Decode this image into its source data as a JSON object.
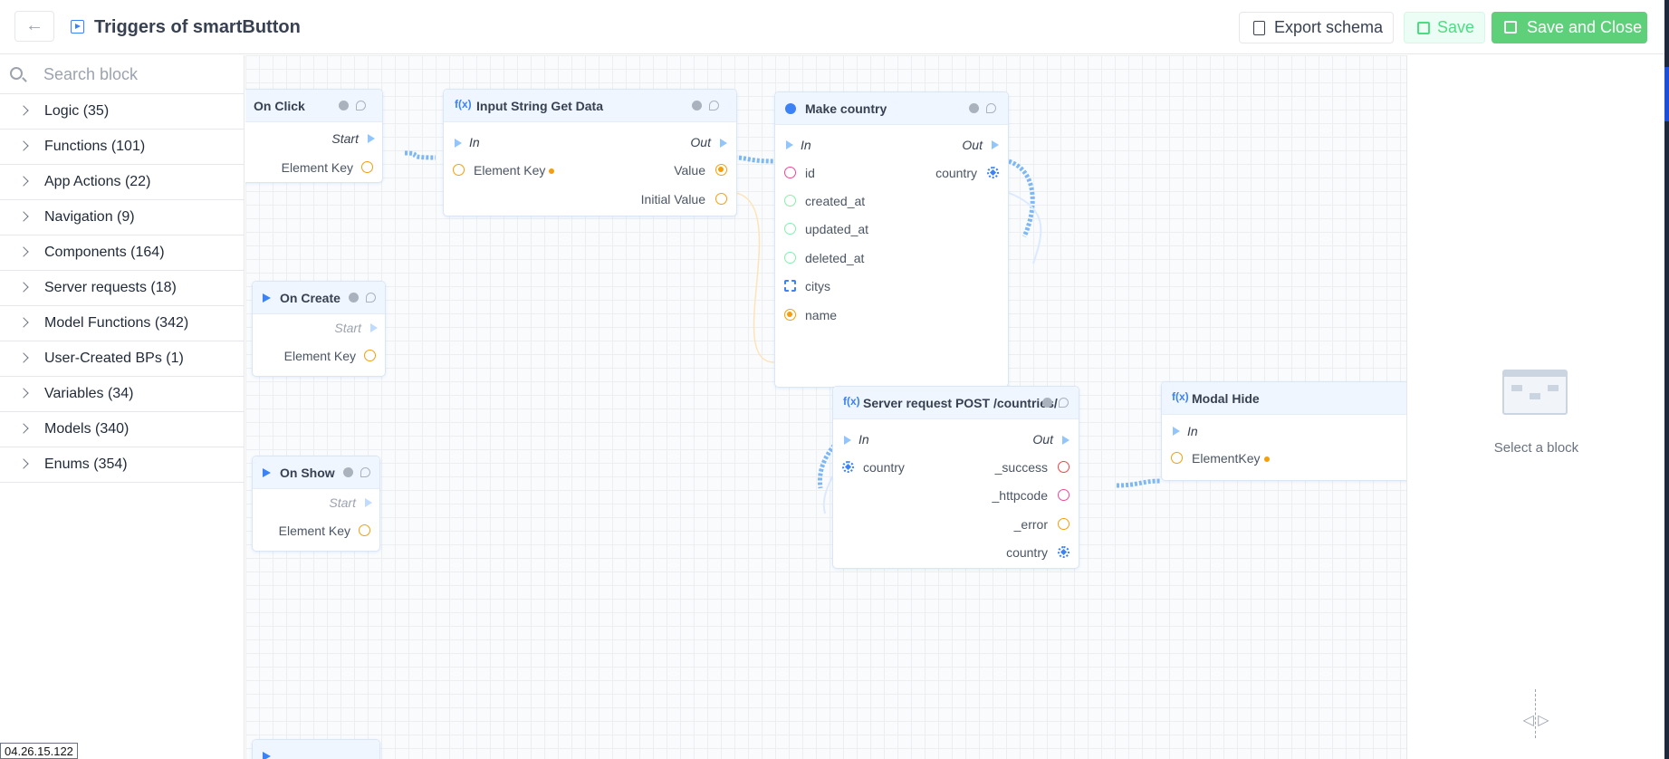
{
  "header": {
    "title": "Triggers of smartButton",
    "export_label": "Export schema",
    "save_label": "Save",
    "save_close_label": "Save and Close"
  },
  "sidebar": {
    "search_placeholder": "Search block",
    "categories": [
      {
        "label": "Logic (35)"
      },
      {
        "label": "Functions (101)"
      },
      {
        "label": "App Actions (22)"
      },
      {
        "label": "Navigation (9)"
      },
      {
        "label": "Components (164)"
      },
      {
        "label": "Server requests (18)"
      },
      {
        "label": "Model Functions (342)"
      },
      {
        "label": "User-Created BPs (1)"
      },
      {
        "label": "Variables (34)"
      },
      {
        "label": "Models (340)"
      },
      {
        "label": "Enums (354)"
      }
    ]
  },
  "nodes": {
    "on_click": {
      "title": "On Click",
      "start": "Start",
      "element_key": "Element Key"
    },
    "input_string": {
      "icon": "f(x)",
      "title": "Input String Get Data",
      "in": "In",
      "out": "Out",
      "element_key": "Element Key",
      "value": "Value",
      "initial_value": "Initial Value"
    },
    "make_country": {
      "title": "Make country",
      "in": "In",
      "out": "Out",
      "id": "id",
      "country": "country",
      "created_at": "created_at",
      "updated_at": "updated_at",
      "deleted_at": "deleted_at",
      "citys": "citys",
      "name": "name"
    },
    "on_create": {
      "title": "On Create",
      "start": "Start",
      "element_key": "Element Key"
    },
    "on_show": {
      "title": "On Show",
      "start": "Start",
      "element_key": "Element Key"
    },
    "server_request": {
      "icon": "f(x)",
      "title": "Server request POST /countries/",
      "in": "In",
      "out": "Out",
      "country": "country",
      "success": "_success",
      "httpcode": "_httpcode",
      "error": "_error",
      "country_out": "country"
    },
    "modal_hide": {
      "icon": "f(x)",
      "title": "Modal Hide",
      "in": "In",
      "element_key": "ElementKey"
    }
  },
  "right_panel": {
    "placeholder_text": "Select a block"
  },
  "footer": {
    "ip": "04.26.15.122"
  },
  "colors": {
    "accent": "#3b82f6",
    "save_green": "#5fd07a",
    "wire": "#7db8f5",
    "port_orange": "#f59e0b"
  }
}
